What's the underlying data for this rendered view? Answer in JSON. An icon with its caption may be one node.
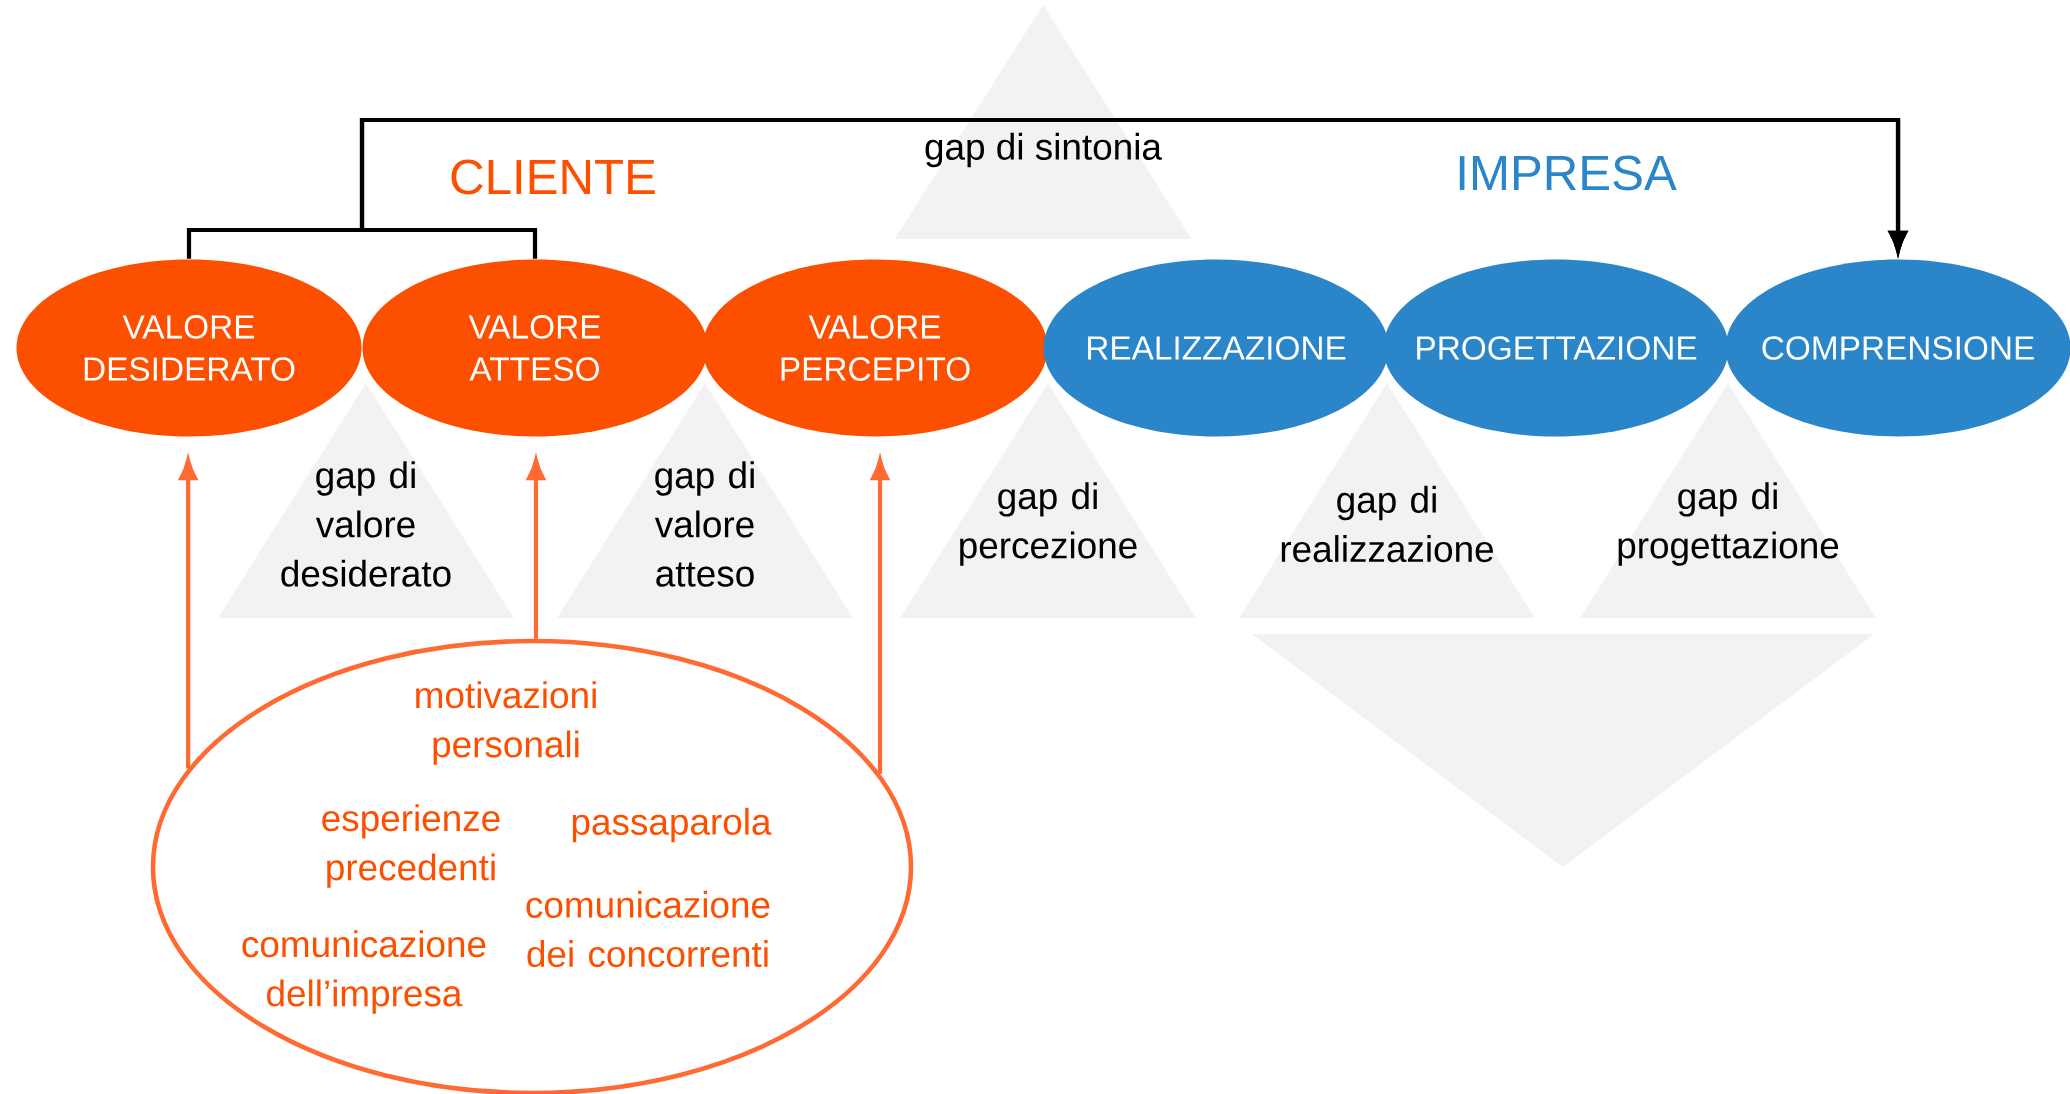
{
  "diagram": {
    "nodes": [
      {
        "text": [
          "VALORE DESIDERATO"
        ]
      },
      {
        "text": [
          "VALORE ATTESO"
        ]
      },
      {
        "text": [
          "VALORE PERCEPITO"
        ]
      },
      {
        "text": [
          "REALIZZAZIONE"
        ]
      },
      {
        "text": [
          "PROGETTAZIONE"
        ]
      },
      {
        "text": [
          "COMPRENSIONE"
        ]
      },
      {
        "text": [
          "motivazioni personali",
          "esperienze precedenti",
          "passaparola",
          "comunicazione dei concorrenti",
          "comunicazione dell’impresa"
        ]
      },
      {
        "text": [
          "gap di sintonia"
        ]
      },
      {
        "text": [
          "gap di valore desiderato"
        ]
      },
      {
        "text": [
          "gap di valore atteso"
        ]
      },
      {
        "text": [
          "gap di percezione"
        ]
      },
      {
        "text": [
          "gap di realizzazione"
        ]
      },
      {
        "text": [
          "gap di progettazione"
        ]
      },
      {
        "text": [],
        "shape": "triangle"
      }
    ],
    "edges": [
      {
        "from": 0,
        "to": 5,
        "arrow": "to",
        "color": "#000000"
      },
      {
        "from": 1,
        "to": 5,
        "arrow": "to",
        "color": "#000000"
      },
      {
        "from": 6,
        "to": 0,
        "arrow": "to",
        "color": "#ff6a33"
      },
      {
        "from": 6,
        "to": 1,
        "arrow": "to",
        "color": "#ff6a33"
      },
      {
        "from": 6,
        "to": 2,
        "arrow": "to",
        "color": "#ff6a33"
      }
    ],
    "labels": [
      "CLIENTE",
      "IMPRESA"
    ]
  }
}
